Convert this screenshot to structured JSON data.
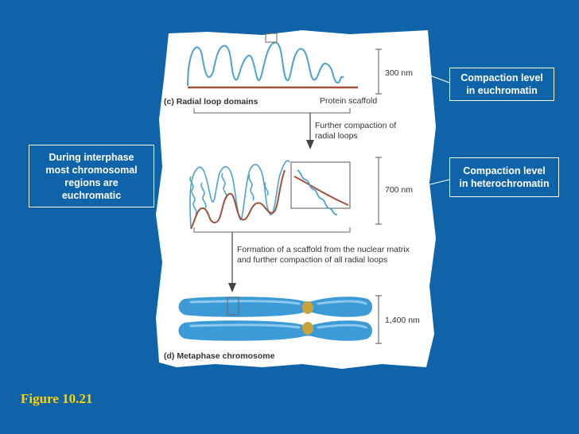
{
  "labels": {
    "panel_c": "(c) Radial loop domains",
    "protein_scaffold": "Protein scaffold",
    "further_compaction_line1": "Further compaction of",
    "further_compaction_line2": "radial loops",
    "formation_line1": "Formation of a scaffold from the nuclear matrix",
    "formation_line2": "and further compaction of all radial loops",
    "panel_d": "(d) Metaphase chromosome",
    "scale_300": "300 nm",
    "scale_700": "700 nm",
    "scale_1400": "1,400 nm"
  },
  "callouts": {
    "euchromatin_line1": "Compaction level",
    "euchromatin_line2": "in euchromatin",
    "heterochromatin_line1": "Compaction level",
    "heterochromatin_line2": "in heterochromatin",
    "interphase_line1": "During interphase",
    "interphase_line2": "most chromosomal",
    "interphase_line3": "regions are",
    "interphase_line4": "euchromatic"
  },
  "figure_label": "Figure 10.21",
  "colors": {
    "background": "#0f63a8",
    "chromatin": "#4aa3cf",
    "scaffold": "#a0523d",
    "chromosome": "#3c9bd6",
    "centromere": "#c9a23a",
    "figure_label": "#ffd200"
  }
}
